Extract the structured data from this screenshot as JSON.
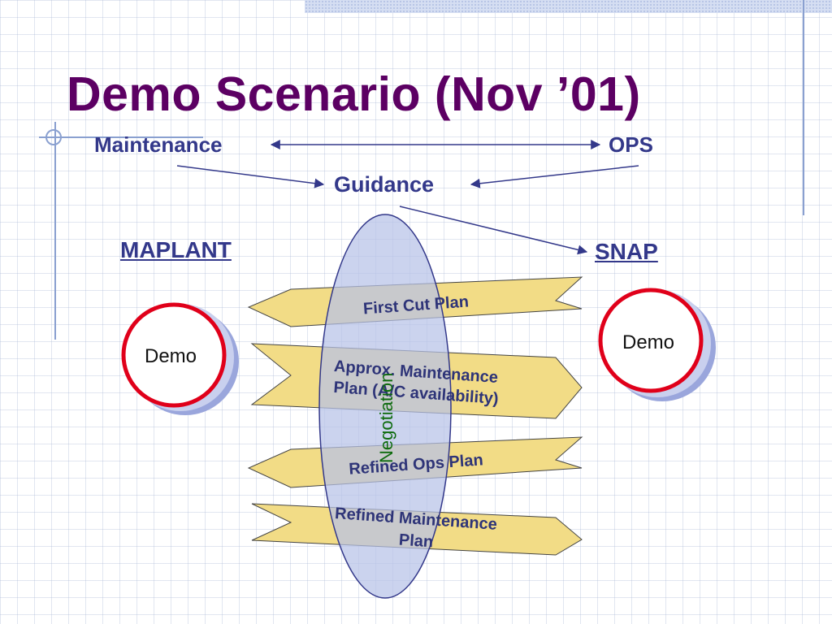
{
  "slide": {
    "title": "Demo Scenario (Nov ’01)",
    "labels": {
      "maintenance": "Maintenance",
      "ops": "OPS",
      "guidance": "Guidance",
      "maplant": "MAPLANT",
      "snap": "SNAP"
    },
    "demos": {
      "left": "Demo",
      "right": "Demo"
    },
    "negotiation": "Negotiation",
    "banners": {
      "first_cut": "First Cut Plan",
      "approx_line1": "Approx. Maintenance",
      "approx_line2": "Plan (A/C availability)",
      "refined_ops": "Refined Ops Plan",
      "refined_maint_line1": "Refined Maintenance",
      "refined_maint_line2": "Plan"
    }
  },
  "colors": {
    "title": "#5c0063",
    "label": "#33388a",
    "banner_fill": "#f2dc86",
    "ellipse_fill": "#b7c2e8",
    "demo_ring": "#e0001a",
    "negotiation_text": "#0e6b0e"
  }
}
